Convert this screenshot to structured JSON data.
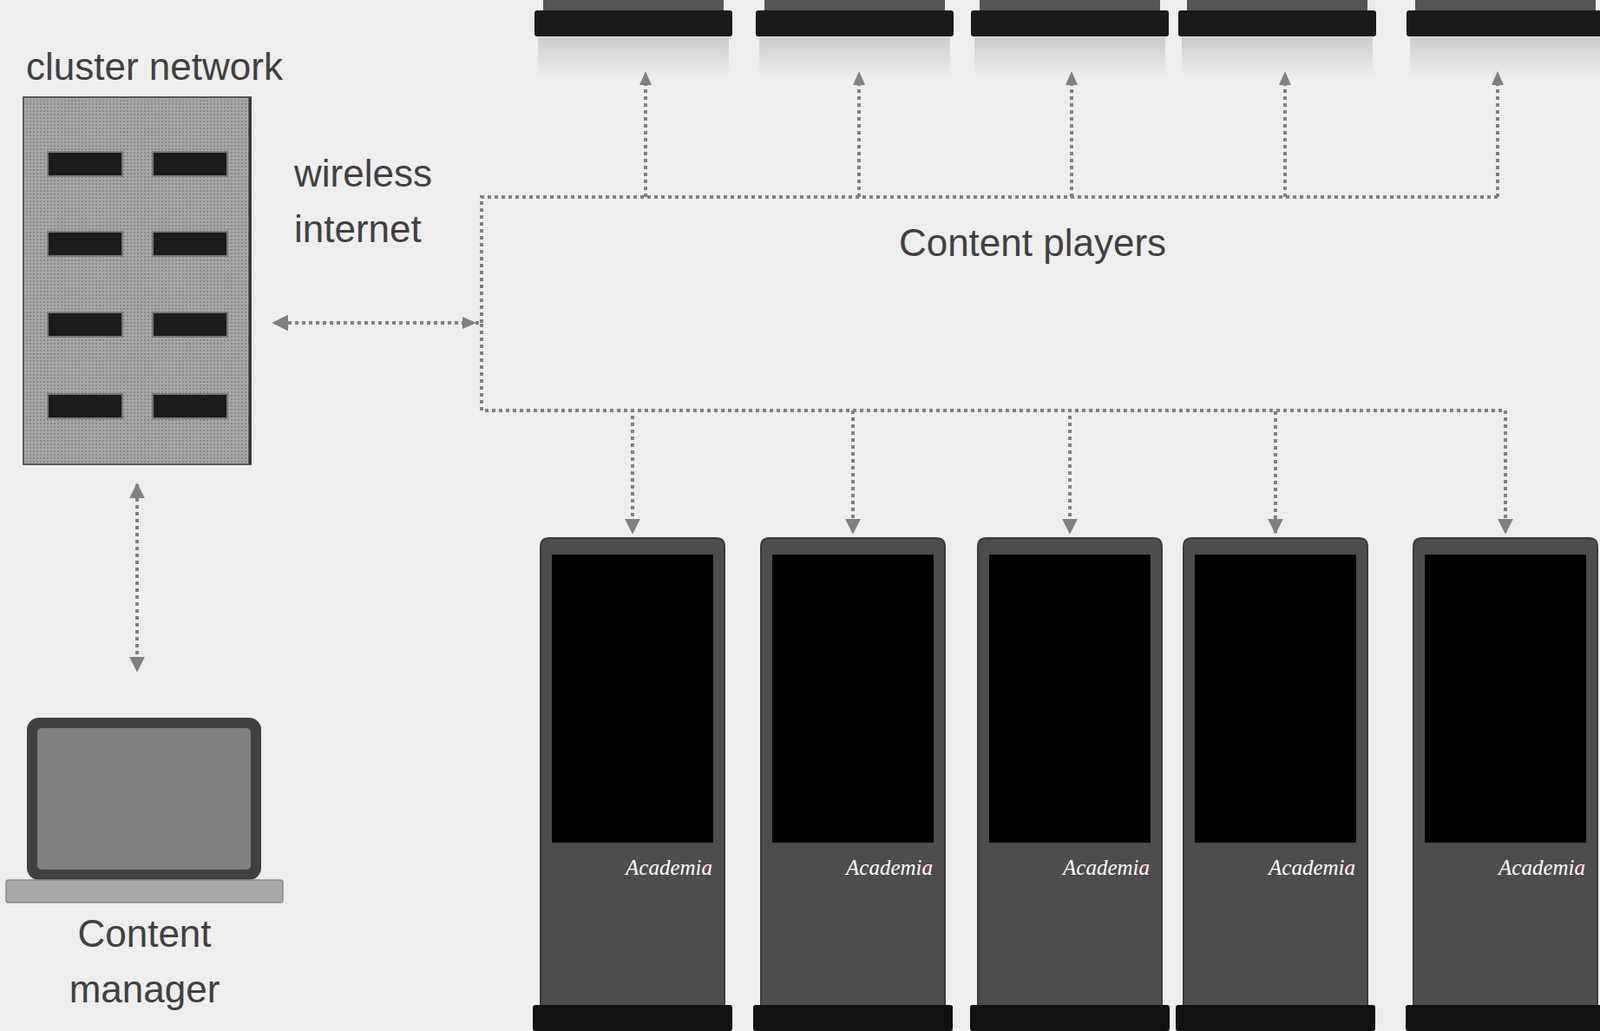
{
  "diagram": {
    "nodes": [
      {
        "text": [
          "cluster network"
        ]
      },
      {
        "text": [
          "Content manager"
        ]
      },
      {
        "text": [
          "Academia"
        ]
      },
      {
        "text": [
          "Academia"
        ]
      },
      {
        "text": [
          "Academia"
        ]
      },
      {
        "text": [
          "Academia"
        ]
      },
      {
        "text": [
          "Academia"
        ]
      }
    ],
    "edges": [
      {
        "from": 0,
        "to": 1,
        "arrow": "both"
      },
      {
        "from": 0,
        "to": 2,
        "arrow": "both"
      },
      {
        "from": 0,
        "to": 3,
        "arrow": "both"
      },
      {
        "from": 0,
        "to": 4,
        "arrow": "both"
      },
      {
        "from": 0,
        "to": 5,
        "arrow": "both"
      },
      {
        "from": 0,
        "to": 6,
        "arrow": "both"
      }
    ],
    "labels": [
      "wireless internet",
      "Content players"
    ]
  }
}
